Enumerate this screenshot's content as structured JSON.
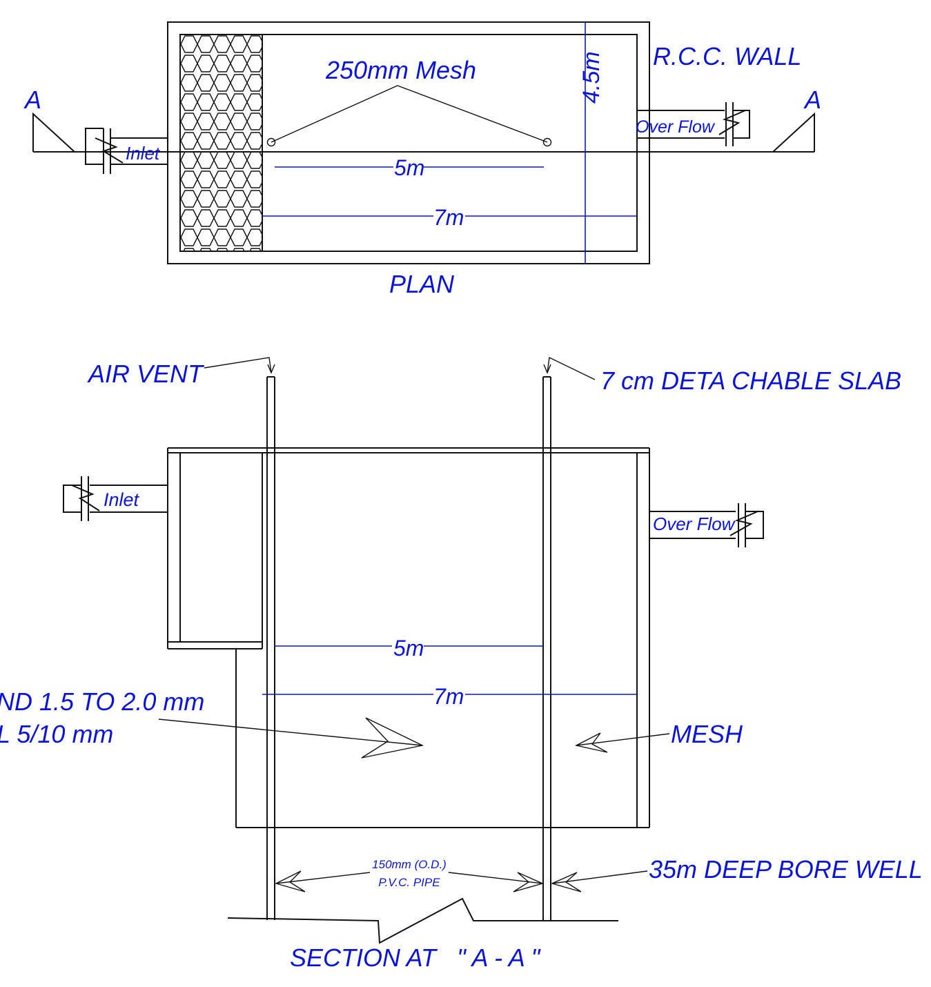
{
  "plan": {
    "mesh_label": "250mm Mesh",
    "width_label": "4.5m",
    "wall_label": "R.C.C. WALL",
    "section_mark_left": "A",
    "section_mark_right": "A",
    "inlet_label": "Inlet",
    "overflow_label": "Over Flow",
    "dim_inner": "5m",
    "dim_outer": "7m",
    "title": "PLAN"
  },
  "section": {
    "air_vent_label": "AIR VENT",
    "slab_label": "7 cm DETA CHABLE SLAB",
    "inlet_label": "Inlet",
    "overflow_label": "Over Flow",
    "dim_inner": "5m",
    "dim_outer": "7m",
    "fill_line1": "ND 1.5 TO 2.0 mm",
    "fill_line2": "L 5/10 mm",
    "mesh_label": "MESH",
    "pipe_line1": "150mm (O.D.)",
    "pipe_line2": "P.V.C. PIPE",
    "bore_label": "35m DEEP BORE WELL",
    "title": "SECTION AT   \" A - A \""
  },
  "colors": {
    "line": "#111111",
    "annotation": "#0a14d9"
  }
}
